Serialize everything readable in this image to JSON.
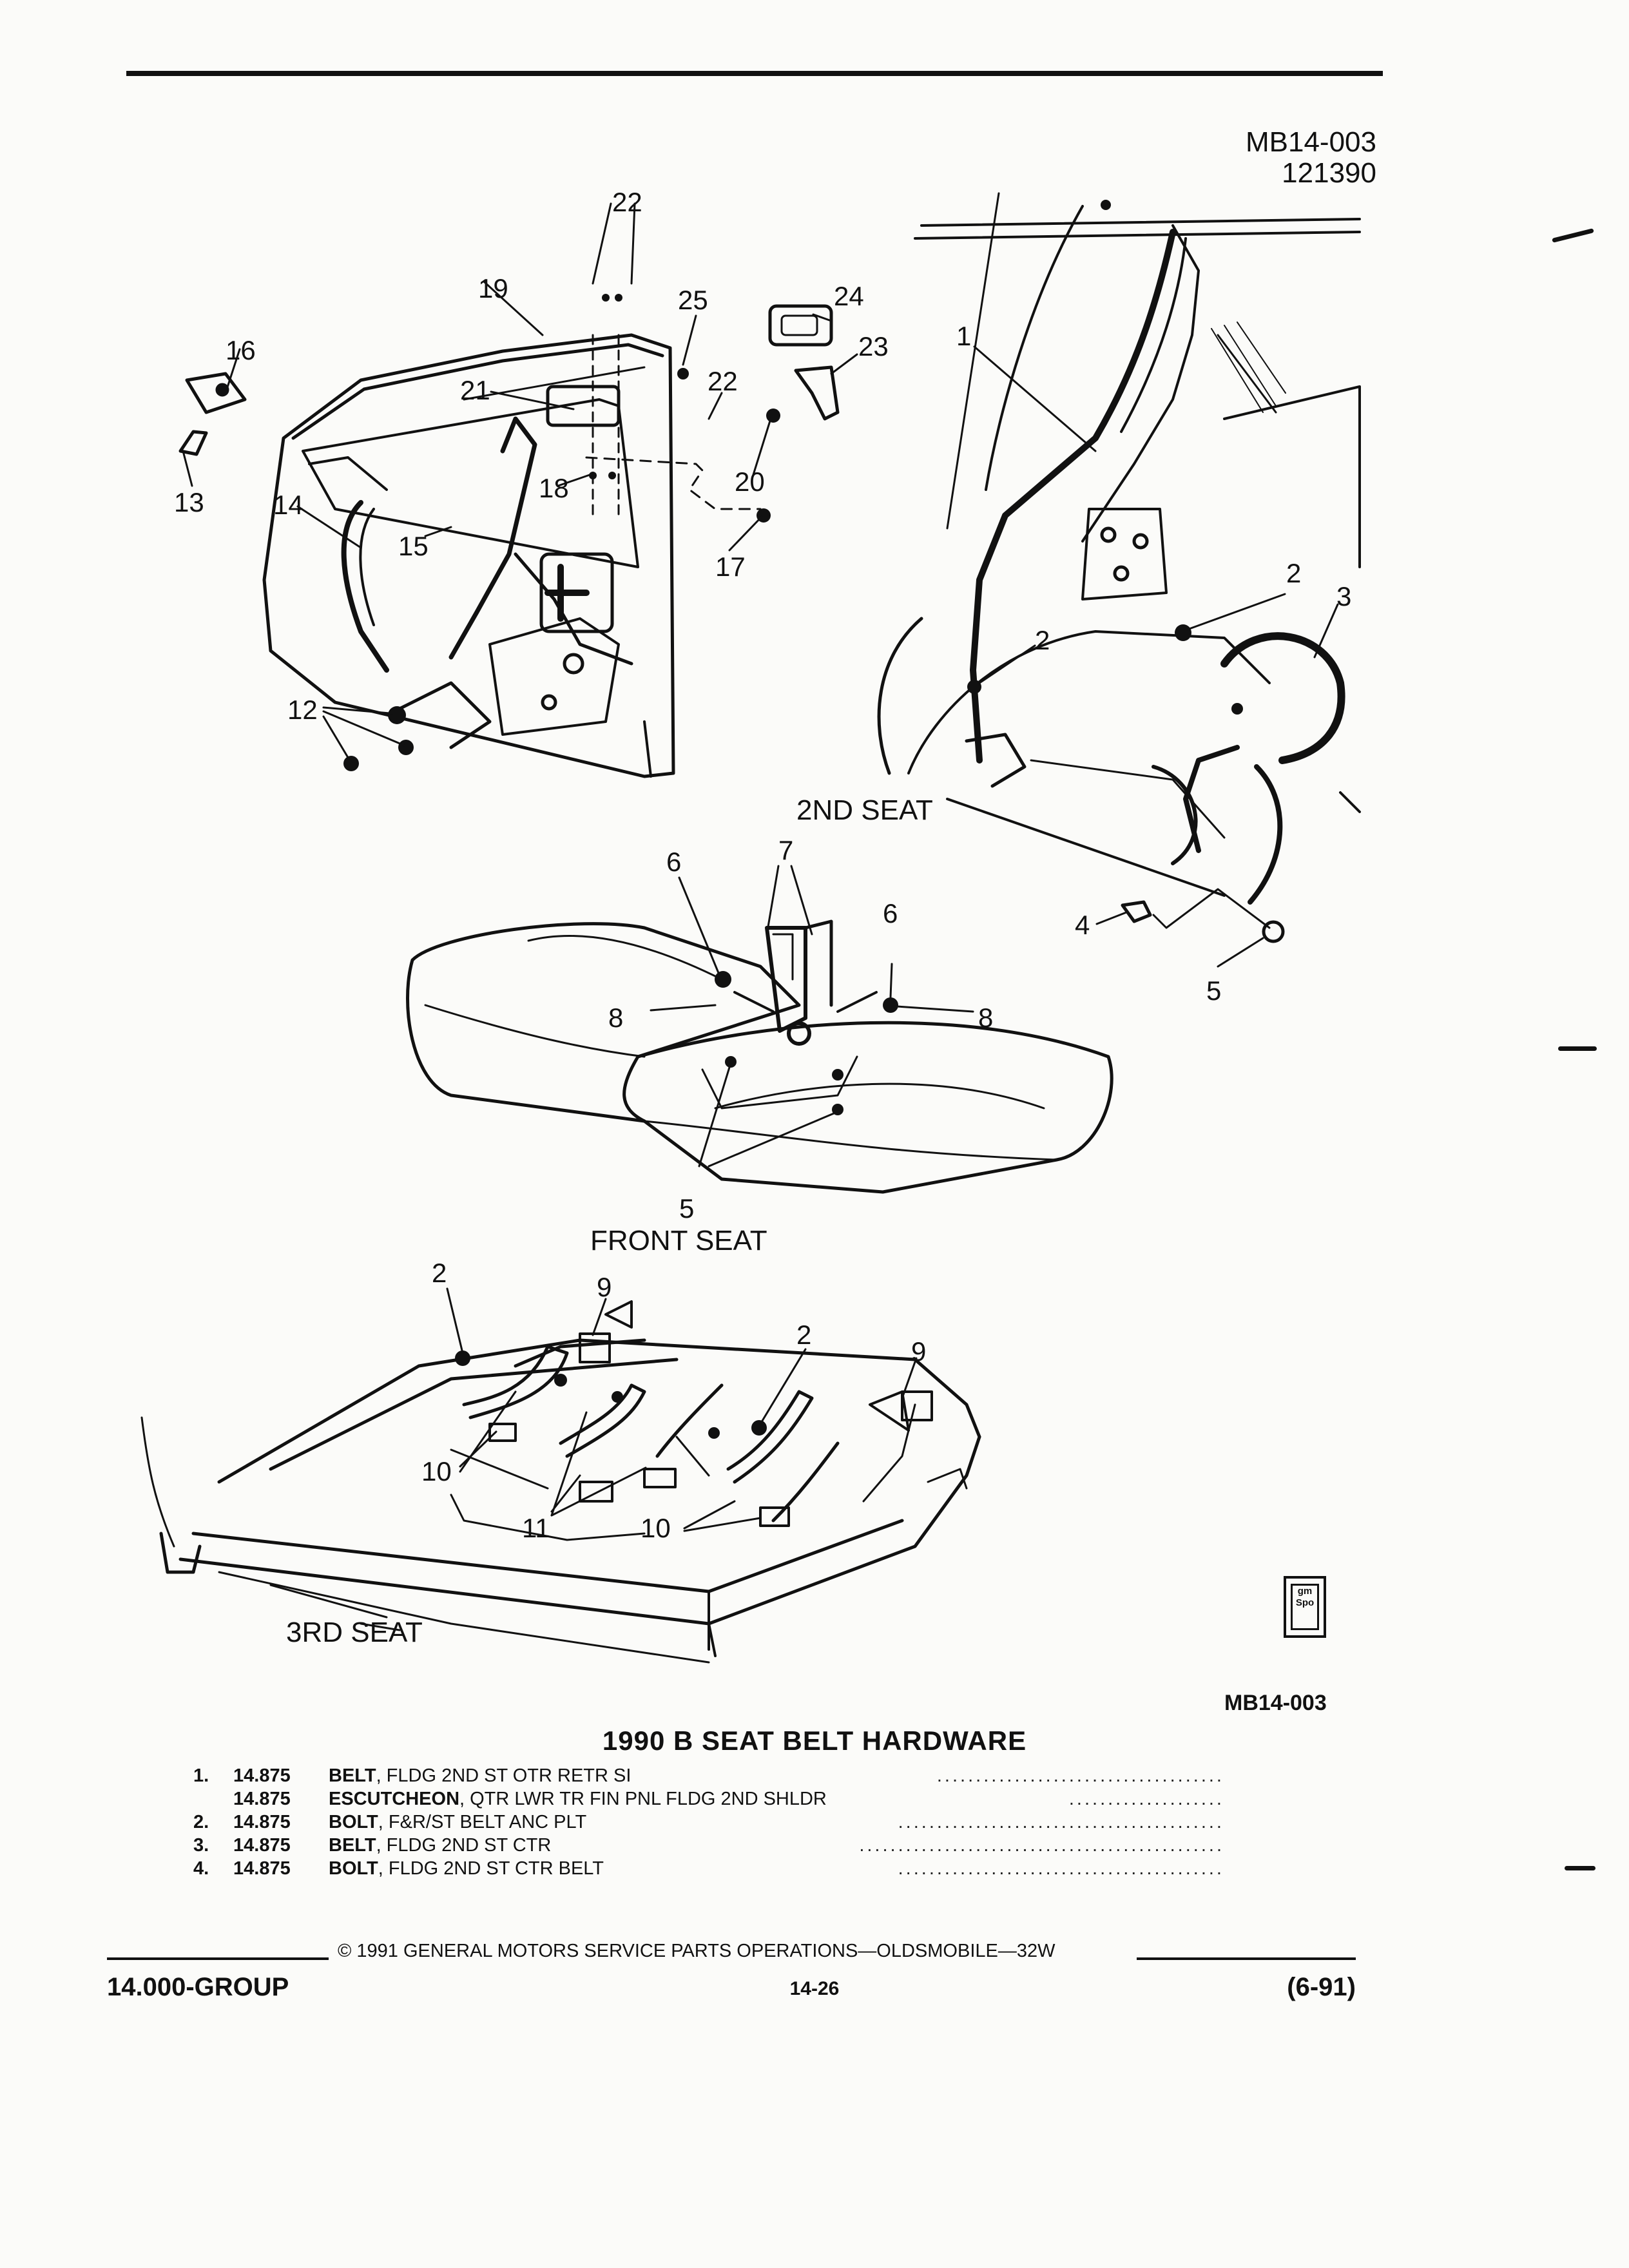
{
  "header": {
    "doc_id": "MB14-003",
    "doc_date_code": "121390"
  },
  "diagram": {
    "callouts": {
      "c1": "1",
      "c2a": "2",
      "c2b": "2",
      "c2c": "2",
      "c2d": "2",
      "c3": "3",
      "c4": "4",
      "c5a": "5",
      "c5b": "5",
      "c6a": "6",
      "c6b": "6",
      "c7": "7",
      "c8a": "8",
      "c8b": "8",
      "c9a": "9",
      "c9b": "9",
      "c10a": "10",
      "c10b": "10",
      "c11": "11",
      "c12": "12",
      "c13": "13",
      "c14": "14",
      "c15": "15",
      "c16": "16",
      "c17": "17",
      "c18": "18",
      "c19": "19",
      "c20": "20",
      "c21": "21",
      "c22a": "22",
      "c22b": "22",
      "c23": "23",
      "c24": "24",
      "c25": "25"
    },
    "seat_labels": {
      "second": "2ND SEAT",
      "front": "FRONT SEAT",
      "third": "3RD SEAT"
    }
  },
  "badge": {
    "line1": "gm",
    "line2": "Spo"
  },
  "reference_code": "MB14-003",
  "title": "1990 B SEAT BELT HARDWARE",
  "parts": [
    {
      "num": "1.",
      "group": "14.875",
      "name": "BELT",
      "desc": ", FLDG 2ND ST OTR RETR SI",
      "dots": "....................................."
    },
    {
      "num": "",
      "group": "14.875",
      "name": "ESCUTCHEON",
      "desc": ", QTR LWR TR FIN PNL FLDG 2ND SHLDR",
      "dots": "...................."
    },
    {
      "num": "2.",
      "group": "14.875",
      "name": "BOLT",
      "desc": ", F&R/ST BELT ANC PLT",
      "dots": ".........................................."
    },
    {
      "num": "3.",
      "group": "14.875",
      "name": "BELT",
      "desc": ", FLDG 2ND ST CTR",
      "dots": "..............................................."
    },
    {
      "num": "4.",
      "group": "14.875",
      "name": "BOLT",
      "desc": ", FLDG 2ND ST CTR BELT",
      "dots": ".........................................."
    }
  ],
  "footer": {
    "copyright": "© 1991 GENERAL MOTORS SERVICE PARTS OPERATIONS—OLDSMOBILE—32W",
    "group": "14.000-GROUP",
    "page": "14-26",
    "date": "(6-91)"
  }
}
